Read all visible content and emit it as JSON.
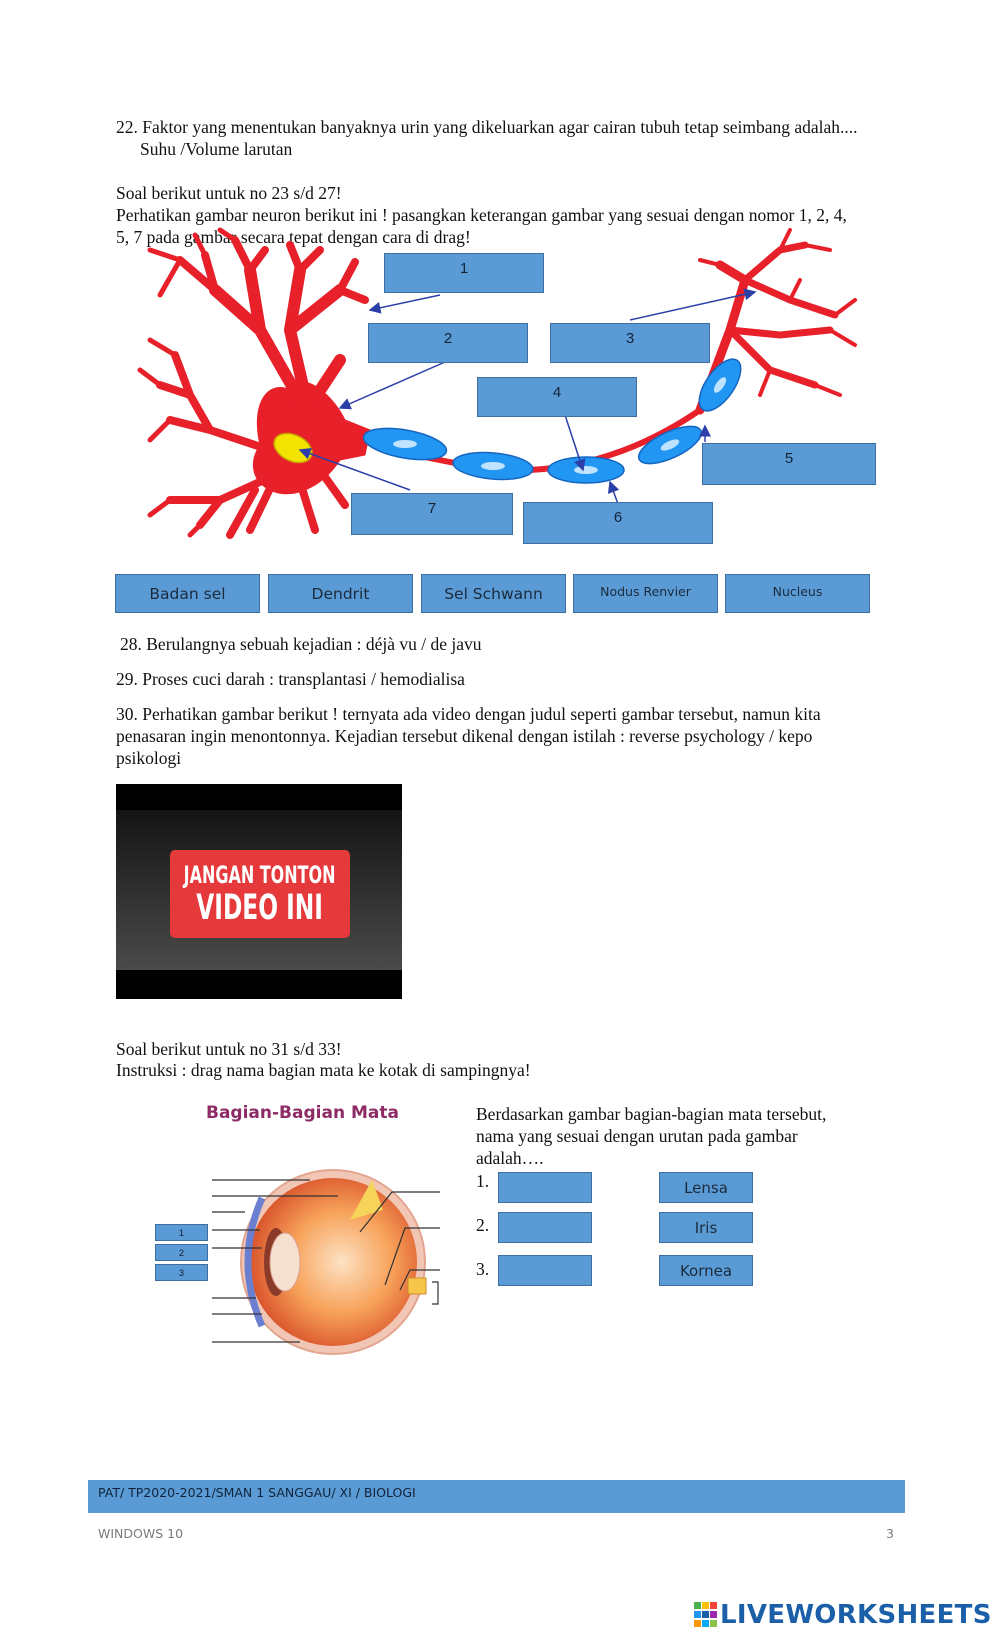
{
  "q22": {
    "question": "22. Faktor yang menentukan banyaknya urin yang dikeluarkan agar cairan tubuh tetap seimbang adalah....",
    "options": "Suhu /Volume larutan"
  },
  "neuron_section": {
    "intro": "Soal berikut untuk no 23 s/d 27!",
    "instruction_1": "Perhatikan gambar neuron berikut ini ! pasangkan keterangan gambar yang sesuai dengan nomor 1, 2, 4,",
    "instruction_2": "5, 7 pada gambar secara tepat dengan cara di drag!",
    "labels": [
      "1",
      "2",
      "3",
      "4",
      "5",
      "6",
      "7"
    ],
    "choices": [
      "Badan sel",
      "Dendrit",
      "Sel Schwann",
      "Nodus Renvier",
      "Nucleus"
    ]
  },
  "q28": "28. Berulangnya sebuah kejadian : déjà vu / de javu",
  "q29": "29. Proses cuci darah : transplantasi / hemodialisa",
  "q30": {
    "line1": "30. Perhatikan gambar berikut ! ternyata ada video dengan judul seperti gambar tersebut, namun kita",
    "line2": "penasaran ingin menontonnya. Kejadian tersebut dikenal dengan istilah : reverse psychology / kepo",
    "line3": "psikologi",
    "video_line1": "JANGAN TONTON",
    "video_line2": "VIDEO INI"
  },
  "eye_section": {
    "intro": "Soal berikut untuk no 31 s/d 33!",
    "instruction": "Instruksi : drag nama bagian mata ke kotak di sampingnya!",
    "image_title": "Bagian-Bagian Mata",
    "diagram_numbers": [
      "1",
      "2",
      "3"
    ],
    "question_1": "Berdasarkan gambar bagian-bagian mata tersebut,",
    "question_2": "nama yang sesuai dengan urutan pada gambar",
    "question_3": "adalah….",
    "answer_numbers": [
      "1.",
      "2.",
      "3."
    ],
    "choices": [
      "Lensa",
      "Iris",
      "Kornea"
    ]
  },
  "footer": {
    "band_text": "PAT/ TP2020-2021/SMAN 1 SANGGAU/ XI / BIOLOGI",
    "os": "WINDOWS 10",
    "page": "3",
    "brand": "LIVEWORKSHEETS"
  },
  "colors": {
    "box_blue": "#5b9bd5",
    "neuron_red": "#e8202a",
    "footer_band": "#5b9bd5",
    "brand_blue": "#1a5fa8"
  }
}
